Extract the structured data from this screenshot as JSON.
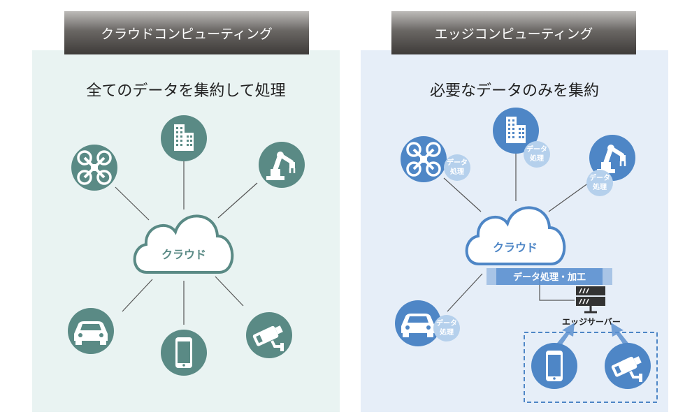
{
  "left": {
    "header": "クラウドコンピューティング",
    "subtitle": "全てのデータを集約して処理",
    "cloud_label": "クラウド"
  },
  "right": {
    "header": "エッジコンピューティング",
    "subtitle": "必要なデータのみを集約",
    "cloud_label": "クラウド",
    "processing_label_line1": "データ",
    "processing_label_line2": "処理",
    "banner_label": "データ処理・加工",
    "server_label": "エッジサーバー"
  },
  "icons": [
    "drone-icon",
    "building-icon",
    "robot-arm-icon",
    "car-icon",
    "smartphone-icon",
    "security-camera-icon",
    "cloud-icon",
    "server-icon"
  ],
  "colors": {
    "left_accent": "#5a8a85",
    "right_accent": "#4e86c6",
    "bubble": "#b5d0ec",
    "left_bg": "#e9f3f2",
    "right_bg": "#e6eef8"
  }
}
